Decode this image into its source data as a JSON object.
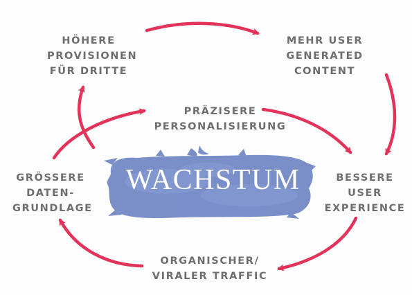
{
  "center": {
    "label": "WACHSTUM"
  },
  "nodes": {
    "hoehere_provisionen": {
      "lines": [
        "HÖHERE",
        "PROVISIONEN",
        "FÜR DRITTE"
      ]
    },
    "mehr_ugc": {
      "lines": [
        "MEHR USER",
        "GENERATED",
        "CONTENT"
      ]
    },
    "praezisere_personalisierung": {
      "lines": [
        "PRÄZISERE",
        "PERSONALISIERUNG"
      ]
    },
    "groessere_datengrundlage": {
      "lines": [
        "GRÖSSERE",
        "DATEN-",
        "GRUNDLAGE"
      ]
    },
    "bessere_ux": {
      "lines": [
        "BESSERE",
        "USER",
        "EXPERIENCE"
      ]
    },
    "organischer_traffic": {
      "lines": [
        "ORGANISCHER/",
        "VIRALER TRAFFIC"
      ]
    }
  },
  "colors": {
    "arrow": "#e2345a",
    "blob": "#6f86c4",
    "text": "#6e6e6e",
    "center_text": "#ffffff"
  }
}
